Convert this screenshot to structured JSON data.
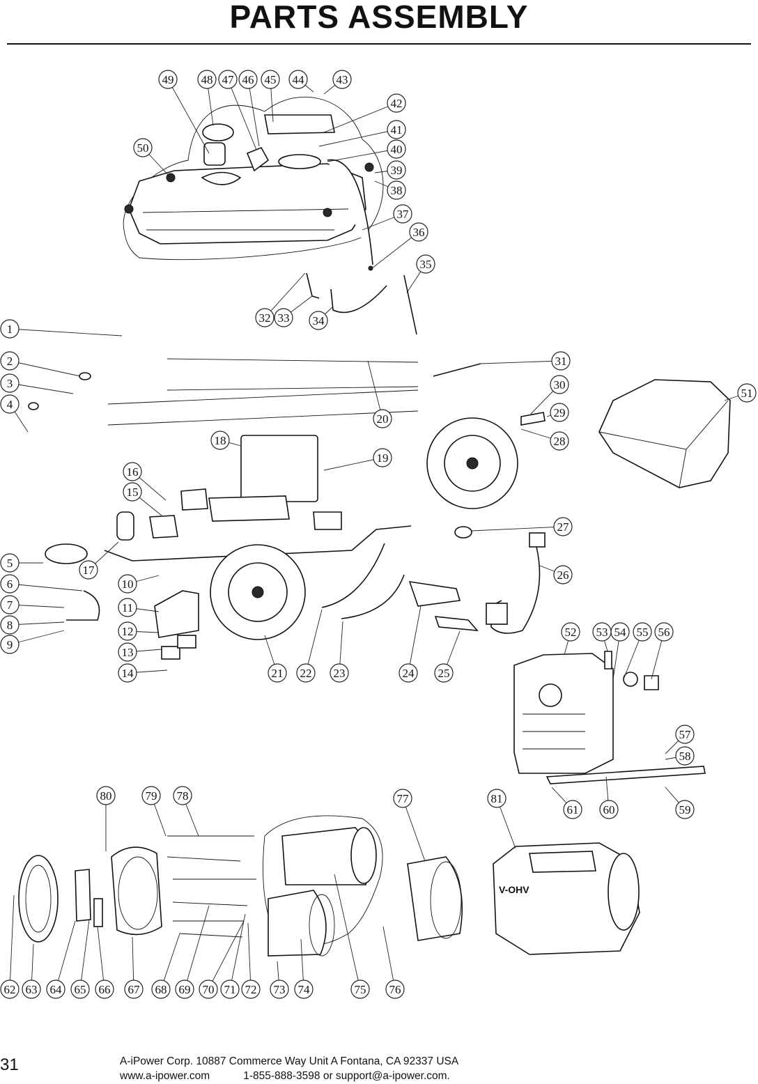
{
  "page": {
    "title": "PARTS ASSEMBLY",
    "page_number": "31"
  },
  "footer": {
    "line1": "A-iPower Corp. 10887 Commerce Way Unit A Fontana, CA 92337 USA",
    "website": "www.a-ipower.com",
    "contact": "1-855-888-3598 or support@a-ipower.com."
  },
  "diagram": {
    "engine_label": "V-OHV",
    "callouts": [
      "1",
      "2",
      "3",
      "4",
      "5",
      "6",
      "7",
      "8",
      "9",
      "10",
      "11",
      "12",
      "13",
      "14",
      "15",
      "16",
      "17",
      "18",
      "19",
      "20",
      "21",
      "22",
      "23",
      "24",
      "25",
      "26",
      "27",
      "28",
      "29",
      "30",
      "31",
      "32",
      "33",
      "34",
      "35",
      "36",
      "37",
      "38",
      "39",
      "40",
      "41",
      "42",
      "43",
      "44",
      "45",
      "46",
      "47",
      "48",
      "49",
      "50",
      "51",
      "52",
      "53",
      "54",
      "55",
      "56",
      "57",
      "58",
      "59",
      "60",
      "61",
      "62",
      "63",
      "64",
      "65",
      "66",
      "67",
      "68",
      "69",
      "70",
      "71",
      "72",
      "73",
      "74",
      "75",
      "76",
      "77",
      "78",
      "79",
      "80",
      "81"
    ]
  }
}
